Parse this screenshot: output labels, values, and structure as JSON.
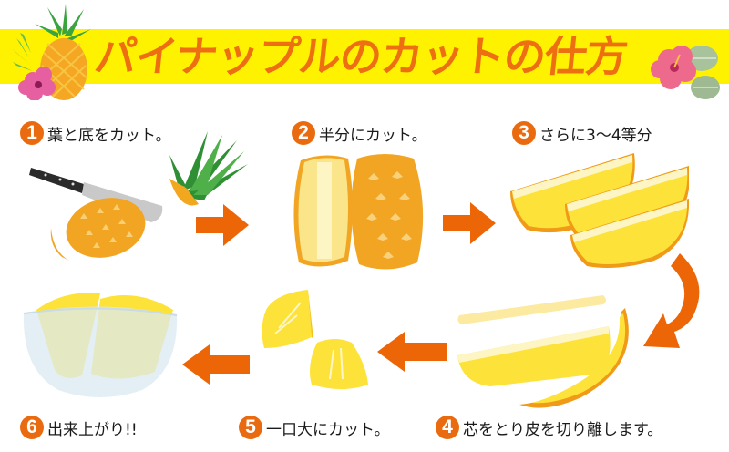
{
  "header": {
    "title": "パイナップルのカットの仕方",
    "banner_color": "#fff200",
    "title_color": "#ee6f12"
  },
  "colors": {
    "accent": "#ea6a0f",
    "arrow": "#ec6608",
    "pineapple_skin": "#f2a523",
    "pineapple_flesh": "#fde23a",
    "leaf": "#2f9a3a",
    "hibiscus": "#e9609a"
  },
  "steps": [
    {
      "number": "1",
      "label": "葉と底をカット。",
      "icon": "pineapple-knife"
    },
    {
      "number": "2",
      "label": "半分にカット。",
      "icon": "pineapple-halves"
    },
    {
      "number": "3",
      "label": "さらに3〜4等分",
      "icon": "pineapple-wedges"
    },
    {
      "number": "4",
      "label": "芯をとり皮を切り離します。",
      "icon": "pineapple-core-skin"
    },
    {
      "number": "5",
      "label": "一口大にカット。",
      "icon": "pineapple-bite-pieces"
    },
    {
      "number": "6",
      "label": "出来上がり!!",
      "icon": "pineapple-bowl"
    }
  ],
  "arrows": [
    {
      "from": "1",
      "to": "2",
      "direction": "right"
    },
    {
      "from": "2",
      "to": "3",
      "direction": "right"
    },
    {
      "from": "3",
      "to": "4",
      "direction": "curved-down"
    },
    {
      "from": "4",
      "to": "5",
      "direction": "left"
    },
    {
      "from": "5",
      "to": "6",
      "direction": "left"
    }
  ]
}
